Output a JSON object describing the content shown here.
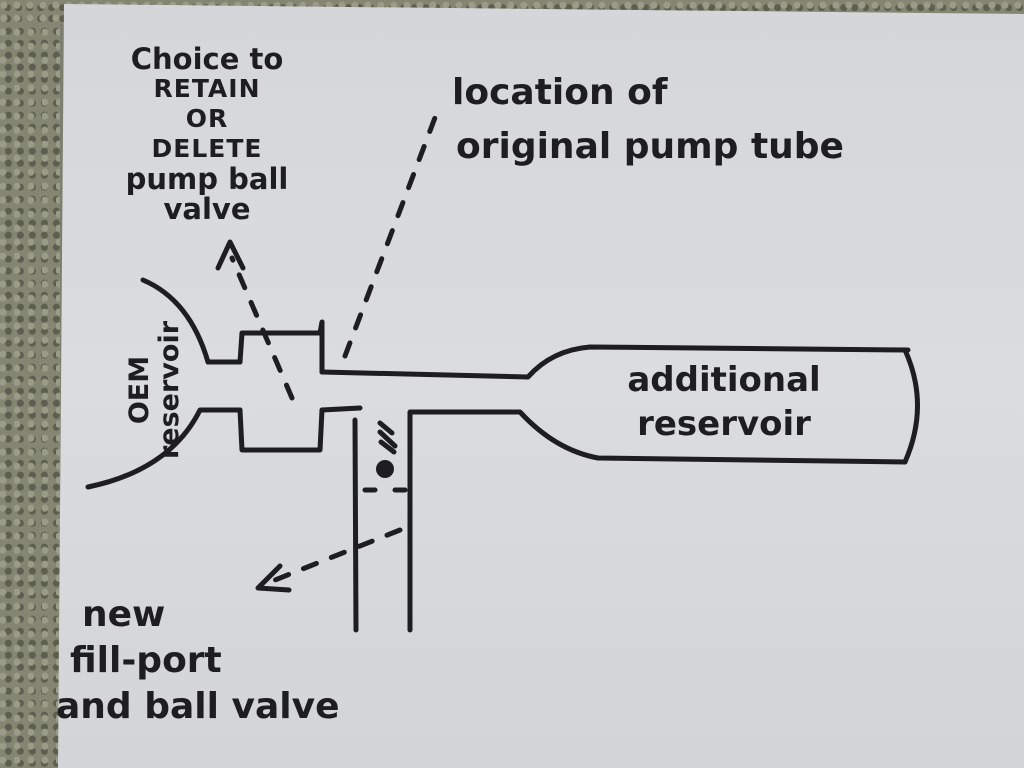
{
  "labels": {
    "choice_line1": "Choice to",
    "choice_line2": "RETAIN",
    "choice_line3": "OR",
    "choice_line4": "DELETE",
    "choice_line5": "pump ball",
    "choice_line6": "valve",
    "location_line1": "location of",
    "location_line2": "original pump tube",
    "oem_line1": "OEM",
    "oem_line2": "reservoir",
    "additional_line1": "additional",
    "additional_line2": "reservoir",
    "new_line1": "new",
    "new_line2": "fill-port",
    "new_line3": "and ball valve"
  },
  "colors": {
    "ink": "#1e1e22",
    "paper": "#d8dade",
    "carpet": "#848672"
  }
}
